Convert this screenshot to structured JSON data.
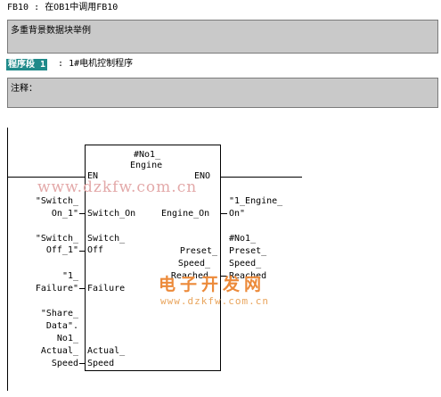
{
  "header": {
    "block": "FB10",
    "sep": ":",
    "title": "在OB1中调用FB10"
  },
  "title_box": {
    "text": "多重背景数据块举例"
  },
  "segment": {
    "label": "程序段 1",
    "title": "1#电机控制程序"
  },
  "comment_box": {
    "label": "注释："
  },
  "fb": {
    "instance_line1": "#No1_",
    "instance_line2": "Engine",
    "en": "EN",
    "eno": "ENO",
    "inputs": [
      {
        "pin": "Switch_On",
        "actual_lines": [
          "\"Switch_",
          "On_1\""
        ]
      },
      {
        "pin_lines": [
          "Switch_",
          "Off"
        ],
        "actual_lines": [
          "\"Switch_",
          "Off_1\""
        ]
      },
      {
        "pin": "Failure",
        "actual_lines": [
          "\"1_",
          "Failure\""
        ]
      },
      {
        "pin_lines": [
          "Actual_",
          "Speed"
        ],
        "actual_lines": [
          "\"Share_",
          "Data\".",
          "No1_",
          "Actual_",
          "Speed"
        ]
      }
    ],
    "outputs": [
      {
        "pin": "Engine_On",
        "actual_lines": [
          "\"1_Engine_",
          "On\""
        ]
      },
      {
        "pin_lines": [
          "Preset_",
          "Speed_",
          "Reached"
        ],
        "actual_lines": [
          "#No1_",
          "Preset_",
          "Speed_",
          "Reached"
        ]
      }
    ]
  },
  "watermarks": {
    "url_top": "www.dzkfw.com.cn",
    "brand": "电子开发网",
    "url_bottom": "www.dzkfw.com.cn"
  },
  "colors": {
    "box_bg": "#c9c9c9",
    "segment_badge": "#1f8a8a",
    "watermark_url": "#e3a9a9",
    "watermark_brand": "#ec8a3a"
  }
}
